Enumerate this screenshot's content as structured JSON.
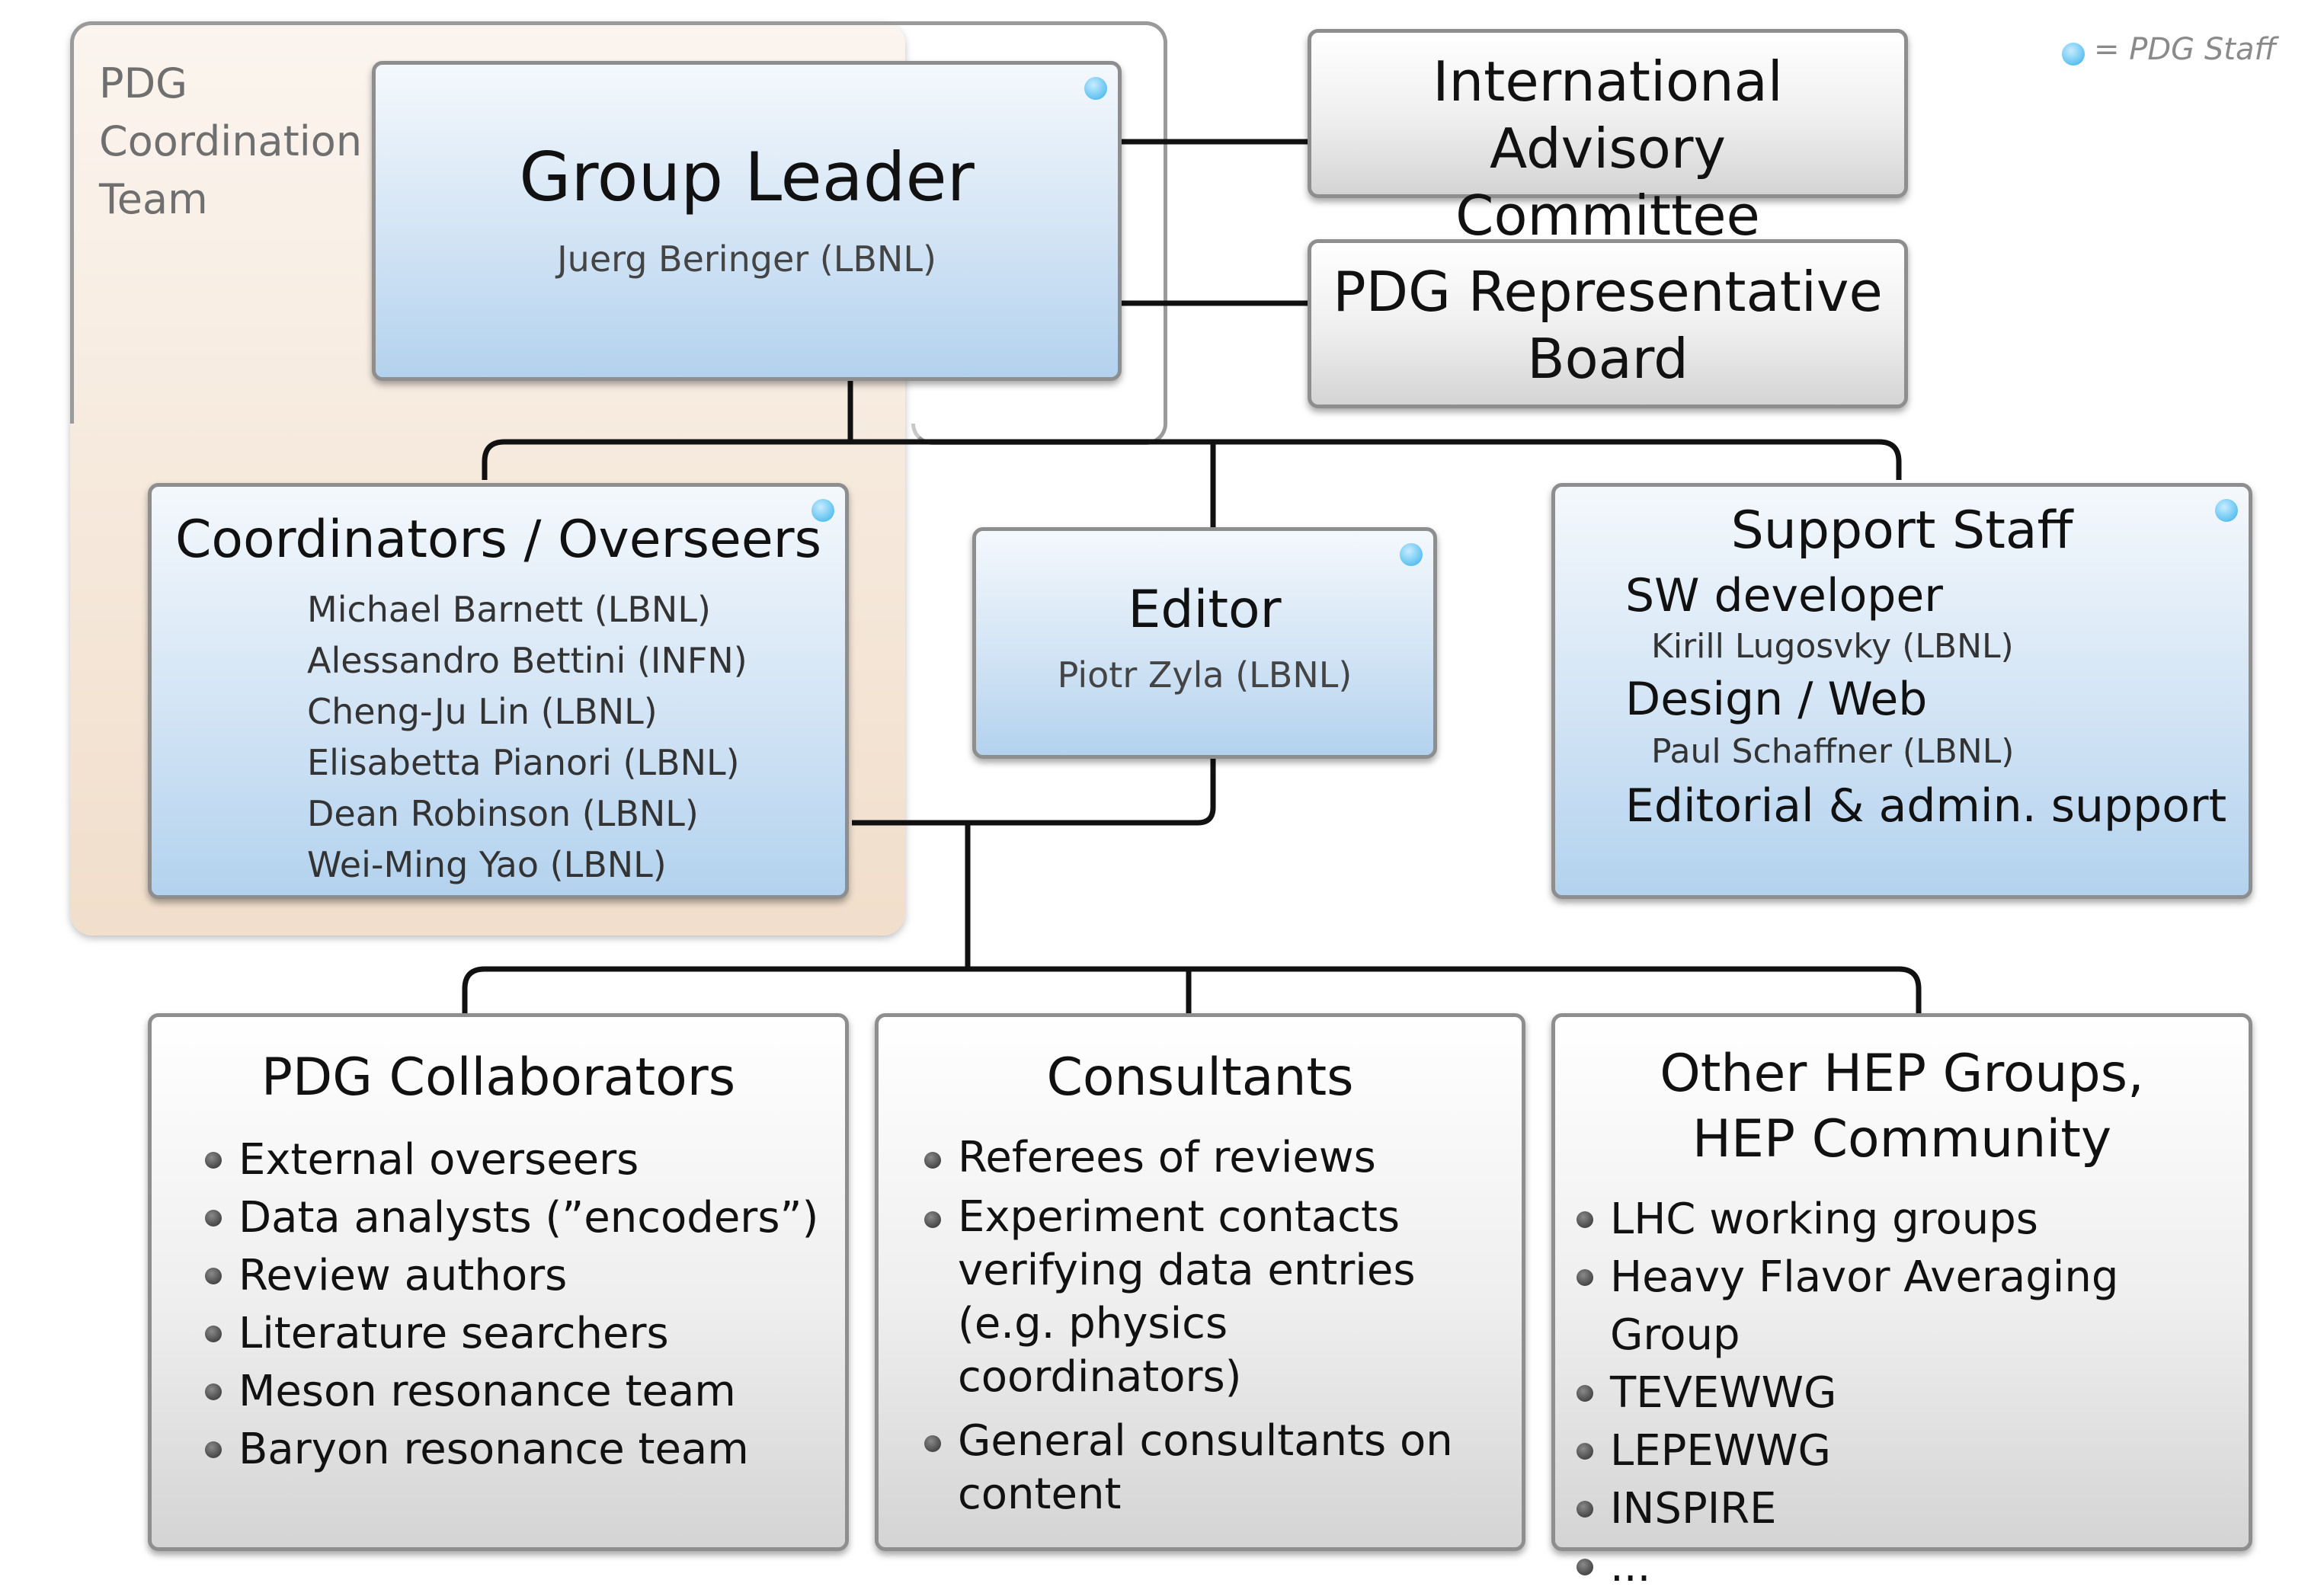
{
  "legend": {
    "text": "= PDG Staff"
  },
  "coordination_team": {
    "label": "PDG Coordination Team"
  },
  "group_leader": {
    "title": "Group Leader",
    "name": "Juerg Beringer (LBNL)"
  },
  "iac": {
    "title_line1": "International Advisory",
    "title_line2": "Committee"
  },
  "rep_board": {
    "title_line1": "PDG Representative",
    "title_line2": "Board"
  },
  "coordinators": {
    "title": "Coordinators / Overseers",
    "members": [
      "Michael Barnett (LBNL)",
      "Alessandro Bettini (INFN)",
      "Cheng-Ju Lin (LBNL)",
      "Elisabetta Pianori (LBNL)",
      "Dean Robinson (LBNL)",
      "Wei-Ming Yao (LBNL)"
    ]
  },
  "editor": {
    "title": "Editor",
    "name": "Piotr Zyla (LBNL)"
  },
  "support_staff": {
    "title": "Support Staff",
    "sw_role": "SW developer",
    "sw_name": "Kirill Lugosvky (LBNL)",
    "design_role": "Design / Web",
    "design_name": "Paul Schaffner (LBNL)",
    "editorial": "Editorial & admin. support"
  },
  "collaborators": {
    "title": "PDG Collaborators",
    "items": [
      "External overseers",
      "Data analysts (”encoders”)",
      "Review authors",
      "Literature searchers",
      "Meson resonance team",
      "Baryon resonance team"
    ]
  },
  "consultants": {
    "title": "Consultants",
    "items": [
      "Referees of reviews",
      "Experiment contacts verifying data entries (e.g. physics coordinators)",
      "General consultants on content"
    ]
  },
  "hep_groups": {
    "title_line1": "Other HEP Groups,",
    "title_line2": "HEP Community",
    "items": [
      "LHC working groups",
      "Heavy Flavor Averaging Group",
      "TEVEWWG",
      "LEPEWWG",
      "INSPIRE",
      "..."
    ]
  },
  "colors": {
    "staff_dot": "#5fc2f0",
    "coordination_bg": "#f1decb",
    "box_blue": "#b3d2ee",
    "box_gray": "#d4d4d4"
  }
}
